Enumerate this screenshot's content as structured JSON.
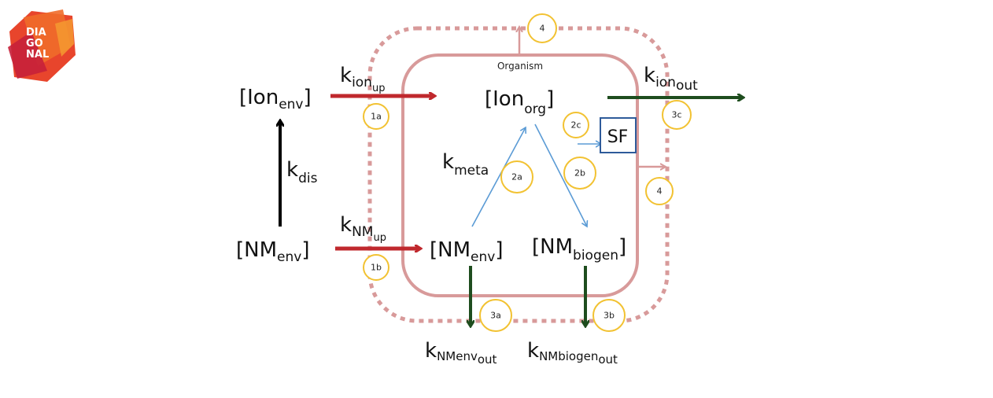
{
  "logo": {
    "line1": "DIA",
    "line2": "GO",
    "line3": "NAL"
  },
  "organism_label": "Organism",
  "species": {
    "ion_env": {
      "main": "[Ion",
      "sub": "env",
      "close": "]"
    },
    "nm_env_outside": {
      "main": "[NM",
      "sub": "env",
      "close": "]"
    },
    "ion_org": {
      "main": "[Ion",
      "sub": "org",
      "close": "]"
    },
    "nm_env_inside": {
      "main": "[NM",
      "sub": "env",
      "close": "]"
    },
    "nm_biogen": {
      "main": "[NM",
      "sub": "biogen",
      "close": "]"
    },
    "sf": "SF"
  },
  "rates": {
    "k_ion_up": {
      "k": "k",
      "sub": "ion",
      "subsub": "up"
    },
    "k_nm_up": {
      "k": "k",
      "sub": "NM",
      "subsub": "up"
    },
    "k_dis": {
      "k": "k",
      "sub": "dis"
    },
    "k_meta": {
      "k": "k",
      "sub": "meta"
    },
    "k_ion_out": {
      "k": "k",
      "sub": "ion",
      "subsub": "out"
    },
    "k_nm_env_out": {
      "k": "k",
      "sub": "NMenv",
      "subsub": "out"
    },
    "k_nm_biogen_out": {
      "k": "k",
      "sub": "NMbiogen",
      "subsub": "out"
    }
  },
  "steps": {
    "s1a": "1a",
    "s1b": "1b",
    "s2a": "2a",
    "s2b": "2b",
    "s2c": "2c",
    "s3a": "3a",
    "s3b": "3b",
    "s3c": "3c",
    "s4_top": "4",
    "s4_right": "4"
  },
  "colors": {
    "red_arrow": "#c0282d",
    "green_arrow": "#1e4d1e",
    "blue_arrow": "#5b9bd5",
    "organism_border": "#d89a9a",
    "dotted_border": "#d89a9a",
    "circle": "#f2c232",
    "sf_box": "#2e5b9a"
  }
}
